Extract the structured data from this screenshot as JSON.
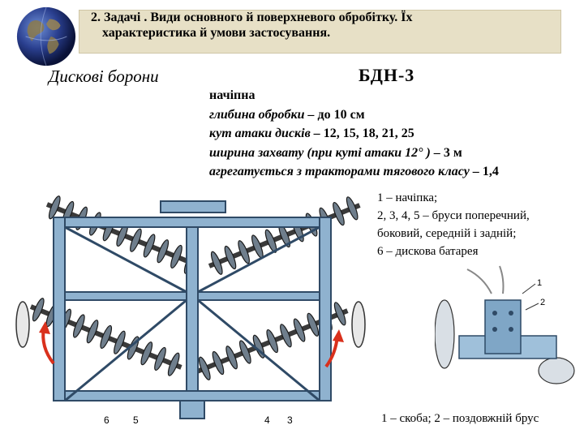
{
  "header": {
    "title_line1": "2. Задачі . Види основного й поверхневого обробітку. Їх",
    "title_line2": "характеристика й умови застосування."
  },
  "subject": "Дискові борони",
  "model": "БДН-3",
  "specs": [
    {
      "label": "начіпна",
      "value": ""
    },
    {
      "label": "глибина обробки –",
      "value": " до 10 см"
    },
    {
      "label": "кут атаки дисків –",
      "value": " 12, 15, 18, 21, 25"
    },
    {
      "label": "ширина захвату (при куті атаки 12° ) –",
      "value": " 3 м"
    },
    {
      "label": "агрегатується з тракторами тягового класу –",
      "value": " 1,4"
    }
  ],
  "legend_main": [
    "1 – начіпка;",
    "2, 3, 4, 5 – бруси поперечний,",
    "боковий, середній і задній;",
    "6 – дискова батарея"
  ],
  "legend_small": "1 – скоба; 2 – поздовжній брус",
  "figure_main_numbers": [
    "6",
    "5",
    "4",
    "3"
  ],
  "figure_small_numbers": [
    "1",
    "2"
  ],
  "colors": {
    "frame": "#8fb2cf",
    "frame_dark": "#2f4a66",
    "arrow": "#d9301c",
    "header_bg": "#e7e0c6"
  }
}
